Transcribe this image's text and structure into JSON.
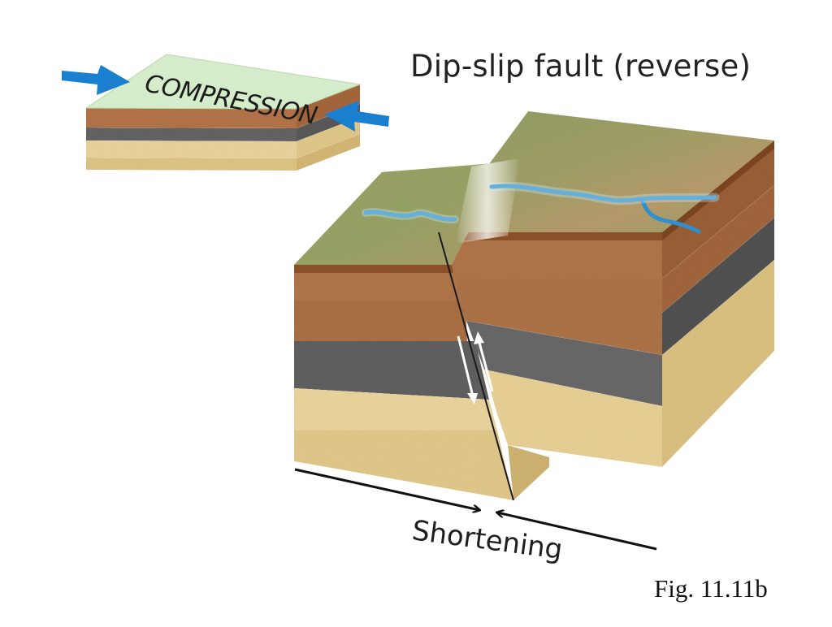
{
  "title": "Dip-slip fault (reverse)",
  "caption": "Fig. 11.11b",
  "inset": {
    "label": "COMPRESSION"
  },
  "block": {
    "label": "Shortening"
  },
  "colors": {
    "arrow_blue": "#1a7fcf",
    "inset_top": "#d4ecc9",
    "soil": "#a8693e",
    "gravel": "#5b5b5b",
    "sand": "#e6cd8e",
    "surface_green": "#9aa76a",
    "river": "#2f8fcf"
  }
}
